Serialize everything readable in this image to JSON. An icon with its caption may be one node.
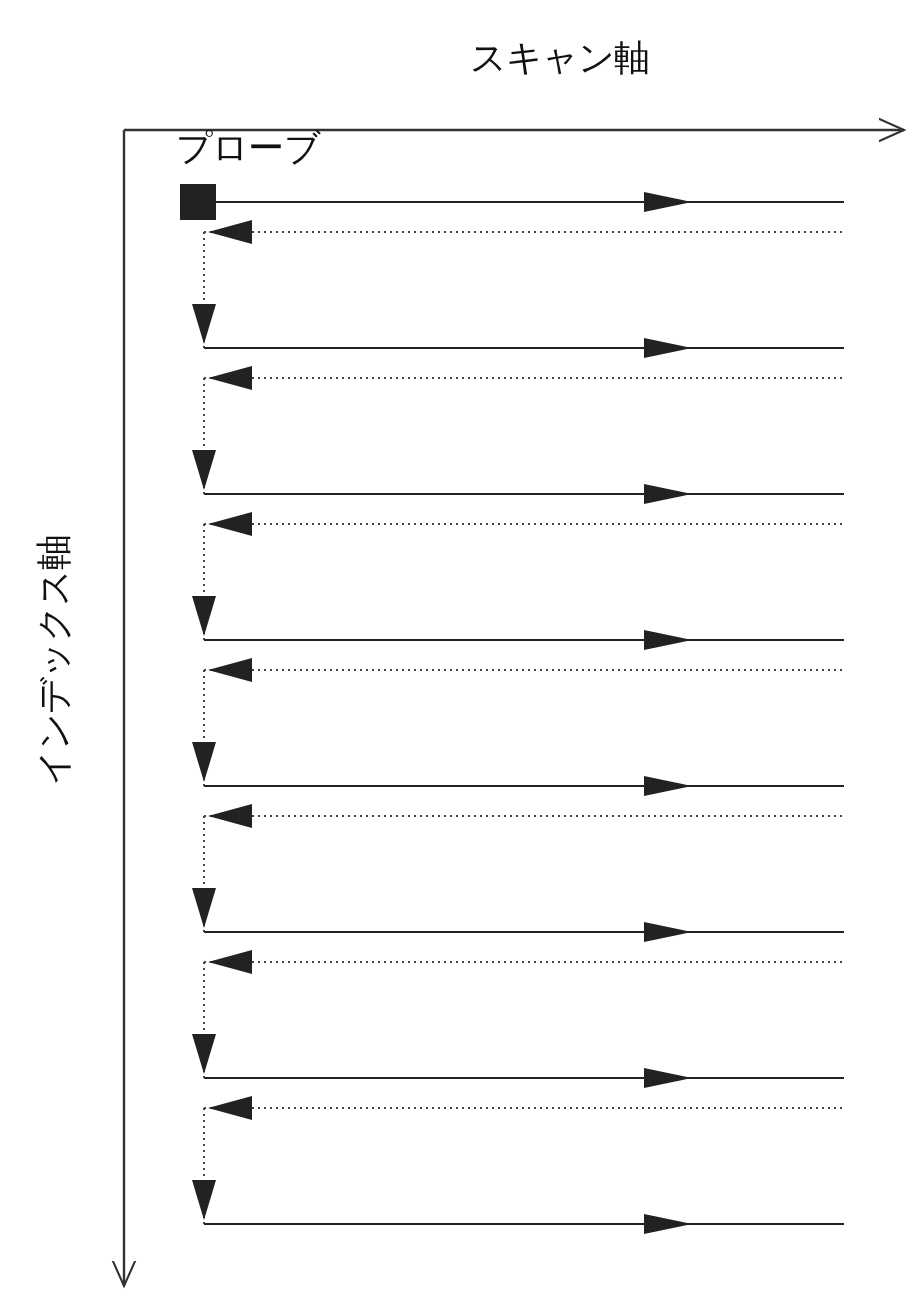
{
  "diagram": {
    "nodes": [
      {
        "text": [
          "プローブ"
        ]
      }
    ],
    "labels": [
      "スキャン軸",
      "インデックス軸"
    ]
  }
}
